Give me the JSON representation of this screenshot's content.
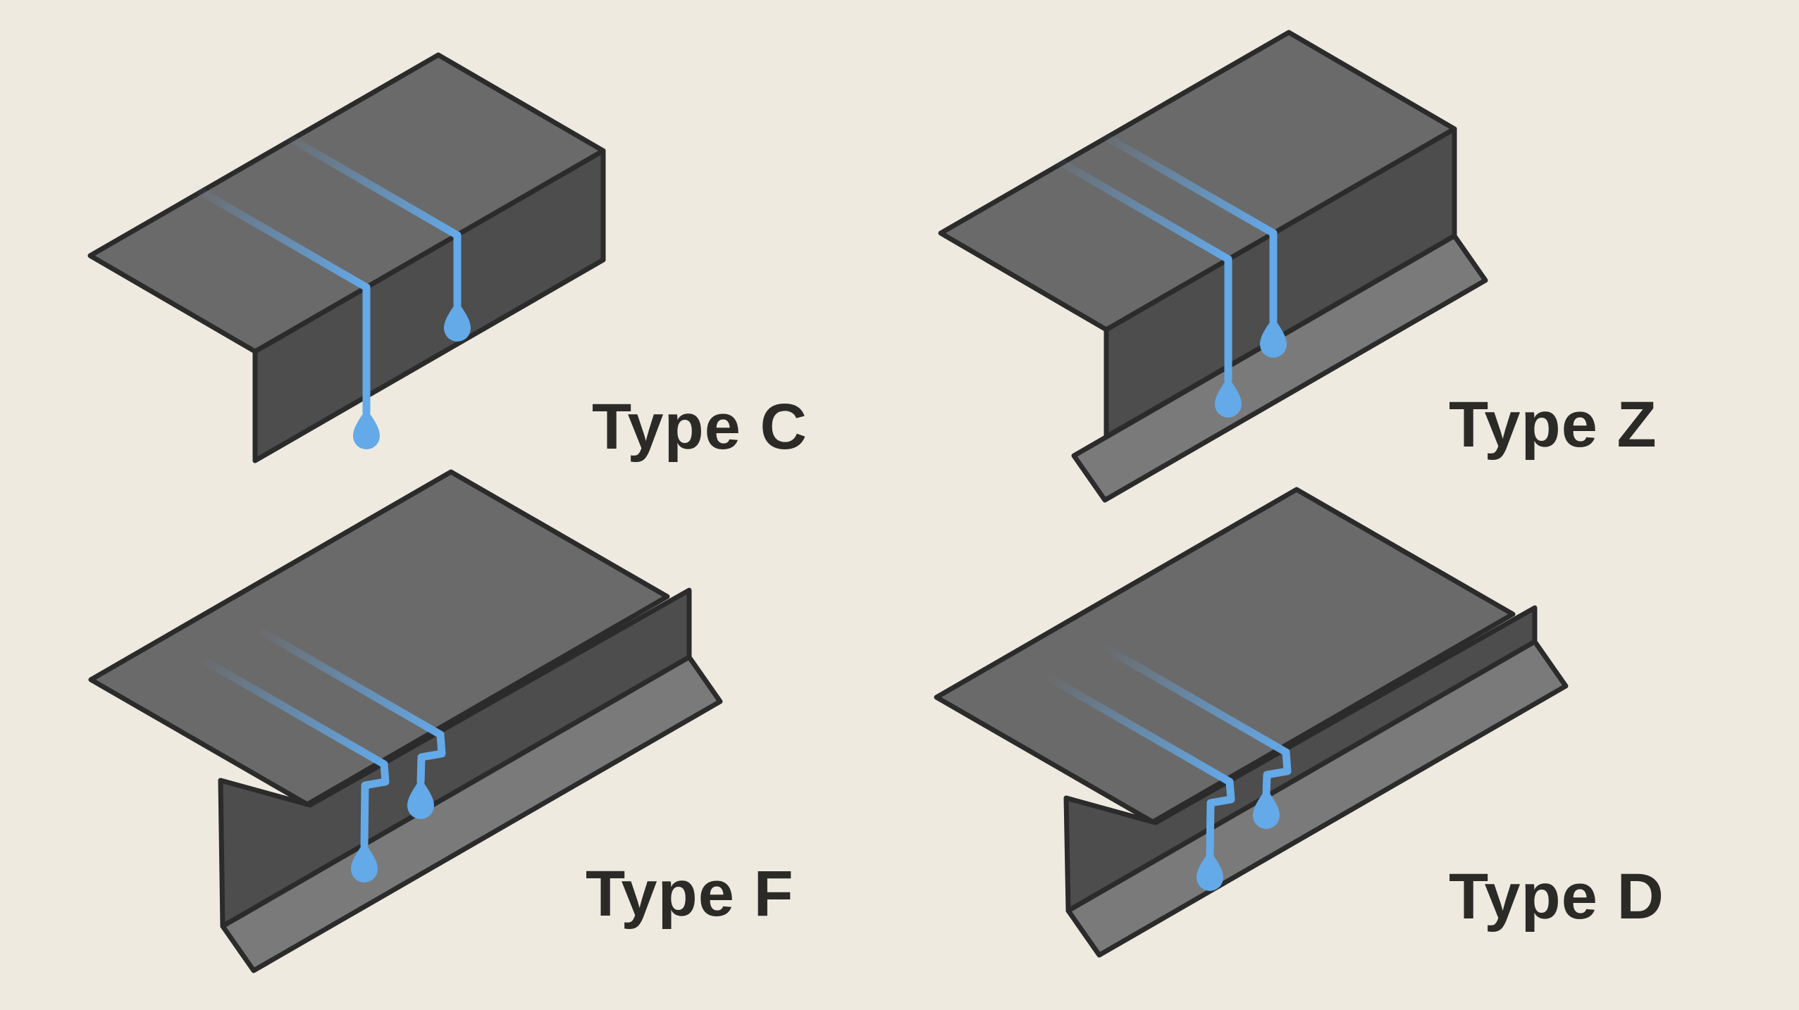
{
  "figure": {
    "kind": "isometric-diagram",
    "subject": "drip-edge flashing profiles with water flow"
  },
  "diagrams": [
    {
      "id": "type-c",
      "label": "Type C"
    },
    {
      "id": "type-z",
      "label": "Type Z"
    },
    {
      "id": "type-f",
      "label": "Type F"
    },
    {
      "id": "type-d",
      "label": "Type D"
    }
  ],
  "colors": {
    "background": "#EEEAE0",
    "metal_top": "#6A6A6A",
    "metal_front": "#4D4D4D",
    "metal_flange": "#7A7A7A",
    "outline": "#2B2B2B",
    "water": "#64A9E8",
    "label_ink": "#2B2A27"
  }
}
